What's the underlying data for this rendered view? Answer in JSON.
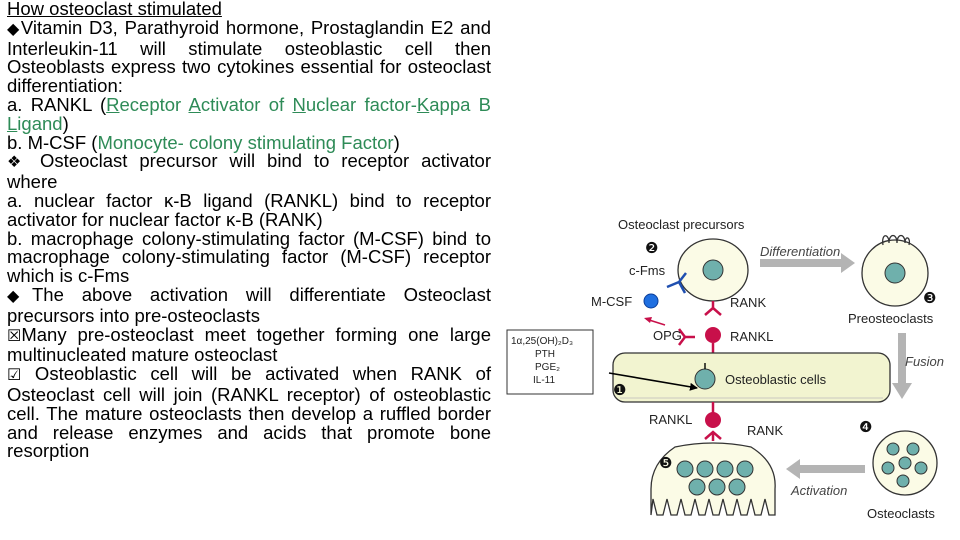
{
  "text": {
    "title": "How osteoclast stimulated",
    "b1_bullet": "◆",
    "b1": "Vitamin D3, Parathyroid hormone, Prostaglandin E2 and Interleukin-11 will stimulate osteoblastic cell then Osteoblasts express two cytokines essential for osteoclast differentiation:",
    "a_prefix": "a. RANKL (",
    "a_R": "R",
    "a_eceptor": "eceptor ",
    "a_A": "A",
    "a_ctivator": "ctivator of ",
    "a_N": "N",
    "a_uclear": "uclear factor-",
    "a_K": "K",
    "a_appa": "appa B ",
    "a_L": "L",
    "a_igand": "igand",
    "a_suffix": ")",
    "b_prefix": "b. M-CSF (",
    "b_green": "Monocyte- colony stimulating Factor",
    "b_suffix": ")",
    "p2_bullet": "❖",
    "p2": " Osteoclast precursor will bind to receptor activator where",
    "p2a": "a. nuclear factor κ-B ligand (RANKL) bind to receptor activator for nuclear factor κ-B (RANK)",
    "p2b": "b. macrophage colony-stimulating factor (M-CSF) bind to macrophage colony-stimulating factor (M-CSF) receptor which is c-Fms",
    "p3_bullet": "◆",
    "p3": "The above activation will differentiate Osteoclast precursors into pre-osteoclasts",
    "p4_bullet": "☒",
    "p4": "Many pre-osteoclast meet together forming one large multinucleated mature osteoclast",
    "p5_bullet": "☑",
    "p5": " Osteoblastic cell will be activated when RANK of Osteoclast cell will join (RANKL receptor) of osteoblastic cell. The mature osteoclasts then develop a ruffled border and release enzymes and acids that promote bone resorption"
  },
  "diagram": {
    "osteoclast_precursors": "Osteoclast precursors",
    "num2": "❷",
    "differentiation": "Differentiation",
    "cfms": "c-Fms",
    "num3": "❸",
    "mcsf": "M-CSF",
    "rank_top": "RANK",
    "preosteoclasts": "Preosteoclasts",
    "opg": "OPG",
    "rankl_mid": "RANKL",
    "stim_line1": "1α,25(OH)₂D₃",
    "stim_line2": "PTH",
    "stim_line3": "PGE₂",
    "stim_line4": "IL-11",
    "fusion": "Fusion",
    "num1": "❶",
    "osteoblastic_cells": "Osteoblastic cells",
    "rankl_low": "RANKL",
    "rank_low": "RANK",
    "num4": "❹",
    "num5": "❺",
    "activation": "Activation",
    "osteoclasts": "Osteoclasts"
  },
  "colors": {
    "accent_green": "#2e8b57",
    "mcsf_blue": "#1f6fe0",
    "receptor_red": "#c8104a",
    "nucleus_teal": "#6fb0ac",
    "cell_fill": "#fbfbe6",
    "osteoblast_fill": "#f2f4d0",
    "arrow_gray": "#b4b4b4"
  }
}
